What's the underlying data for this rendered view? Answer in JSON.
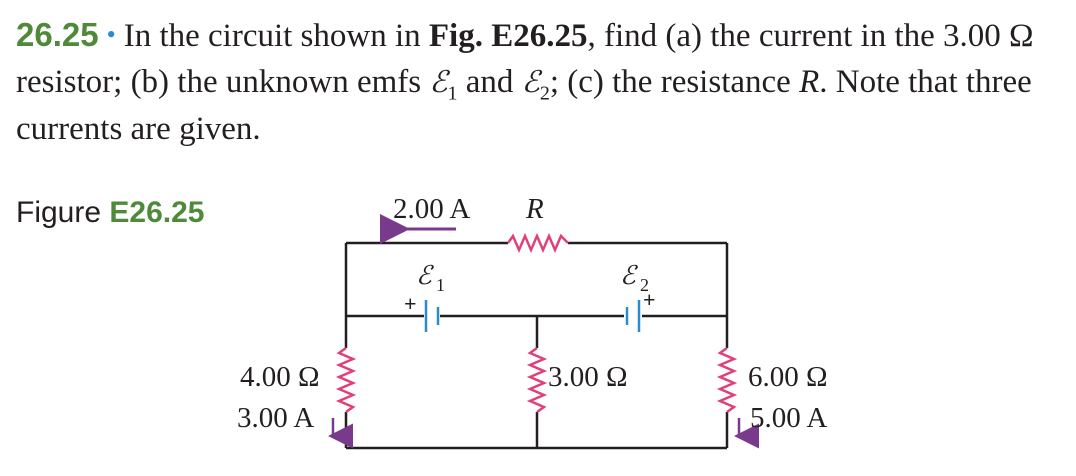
{
  "problem": {
    "number": "26.25",
    "bullet": "•",
    "text_1": "In the circuit shown in ",
    "fig_ref": "Fig. E26.25",
    "text_2": ", find (a) the current in the 3.00 Ω resistor; (b) the unknown emfs ",
    "emf_symbol": "ℰ",
    "emf1_sub": "1",
    "text_and": " and ",
    "emf2_sub": "2",
    "text_3": "; (c) the resistance ",
    "r_symbol": "R",
    "text_4": ". Note that three currents are given."
  },
  "figure": {
    "caption_prefix": "Figure ",
    "caption_id": "E26.25",
    "labels": {
      "top_current": "2.00 A",
      "resistor_R": "R",
      "emf1": "ℰ",
      "emf1_sub": "1",
      "emf2": "ℰ",
      "emf2_sub": "2",
      "plus": "+",
      "left_resistance": "4.00 Ω",
      "left_current": "3.00 A",
      "middle_resistance": "3.00 Ω",
      "right_resistance": "6.00 Ω",
      "right_current": "5.00 A"
    },
    "colors": {
      "resistor": "#e0407a",
      "battery": "#2a8ccf",
      "arrow": "#7a3a8c",
      "wire": "#231f20",
      "caption_green": "#4e8a3a"
    }
  }
}
